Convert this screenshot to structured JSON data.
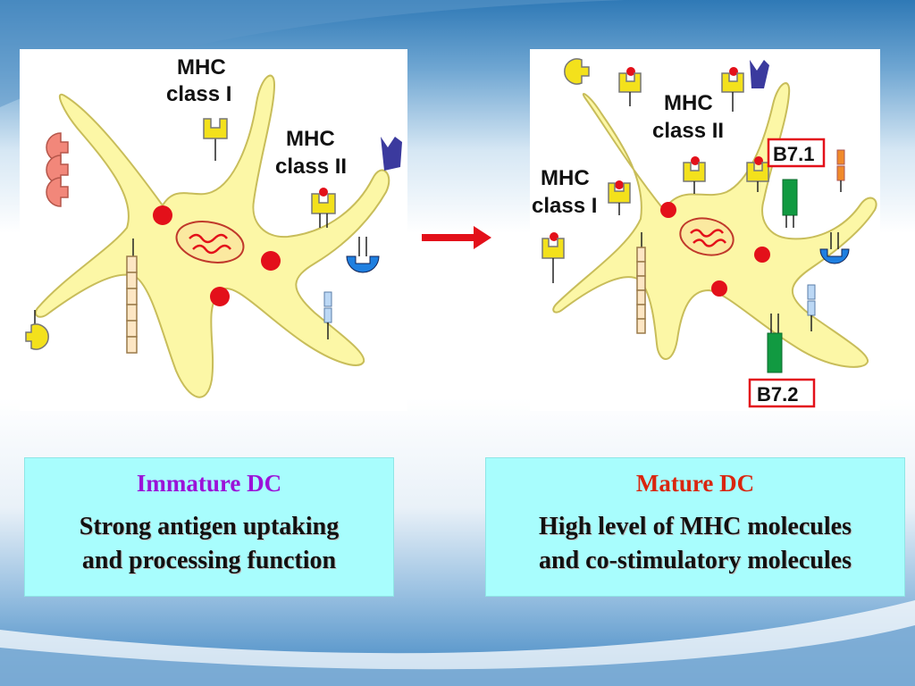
{
  "left_diagram": {
    "label_mhc1_line1": "MHC",
    "label_mhc1_line2": "class I",
    "label_mhc2_line1": "MHC",
    "label_mhc2_line2": "class II"
  },
  "right_diagram": {
    "label_mhc2_line1": "MHC",
    "label_mhc2_line2": "class II",
    "label_mhc1_line1": "MHC",
    "label_mhc1_line2": "class I",
    "label_b71": "B7.1",
    "label_b72": "B7.2"
  },
  "left_box": {
    "title": "Immature DC",
    "line1": "Strong antigen uptaking",
    "line2": "and processing function"
  },
  "right_box": {
    "title": "Mature DC",
    "line1": "High level of MHC molecules",
    "line2": "and co-stimulatory molecules"
  },
  "colors": {
    "cell_fill": "#fcf7a6",
    "cell_stroke": "#c8bd5a",
    "nucleus": "#fbe9a0",
    "granule": "#e3101a",
    "mhc_yellow": "#f3e11c",
    "receptor_blue": "#1f7fe0",
    "cd_green": "#119a41",
    "highlight_box": "#e3101a",
    "arrow": "#e3101a",
    "box_bg": "#a8fdfd",
    "immature_title": "#9b12d8",
    "mature_title": "#d9260f"
  }
}
